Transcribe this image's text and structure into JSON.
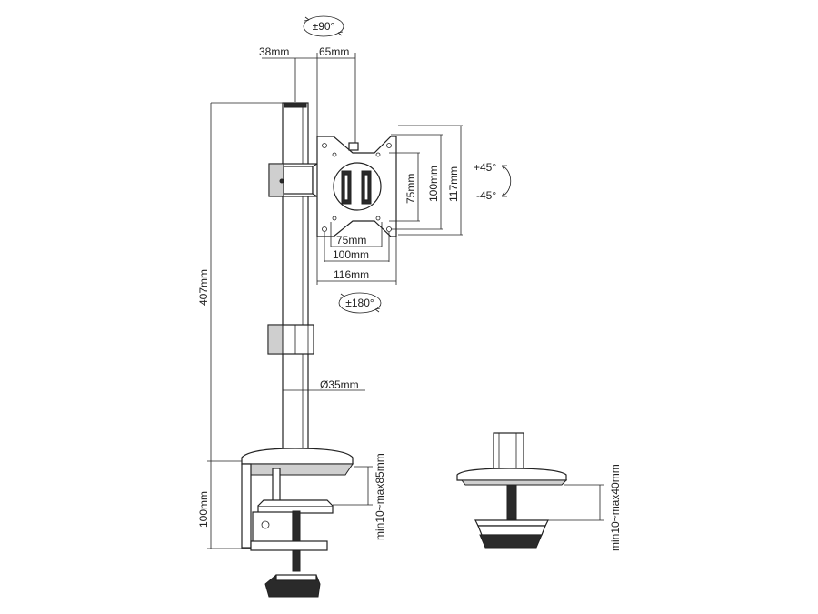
{
  "rotations": {
    "swivel": "±90°",
    "tilt_up": "+45°",
    "tilt_down": "-45°",
    "rotate": "±180°"
  },
  "dimensions": {
    "clamp_offset": "38mm",
    "plate_offset": "65mm",
    "vesa_h_75": "75mm",
    "vesa_h_100": "100mm",
    "plate_width": "116mm",
    "vesa_v_75": "75mm",
    "vesa_v_100": "100mm",
    "plate_height": "117mm",
    "pole_height": "407mm",
    "pole_diameter": "Ø35mm",
    "clamp_depth": "100mm",
    "clamp_range": "min10~max85mm",
    "grommet_range": "min10~max40mm"
  }
}
